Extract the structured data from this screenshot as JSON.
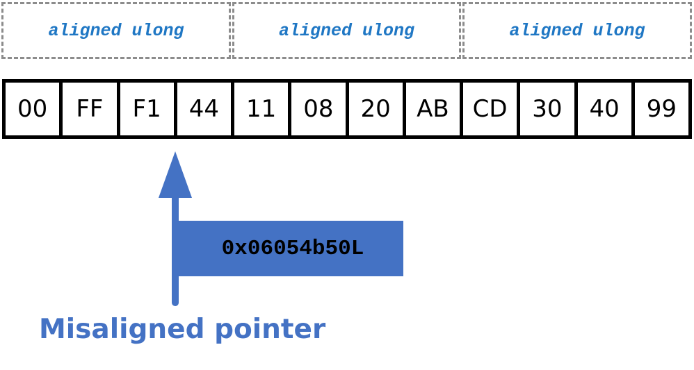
{
  "aligned_groups": [
    "aligned ulong",
    "aligned ulong",
    "aligned ulong"
  ],
  "bytes": [
    "00",
    "FF",
    "F1",
    "44",
    "11",
    "08",
    "20",
    "AB",
    "CD",
    "30",
    "40",
    "99"
  ],
  "pointer": {
    "value": "0x06054b50L",
    "caption": "Misaligned pointer"
  },
  "colors": {
    "accent": "#4472c4",
    "aligned_text": "#1f77c4",
    "aligned_border": "#8c8c8c",
    "cell_border": "#000000"
  }
}
